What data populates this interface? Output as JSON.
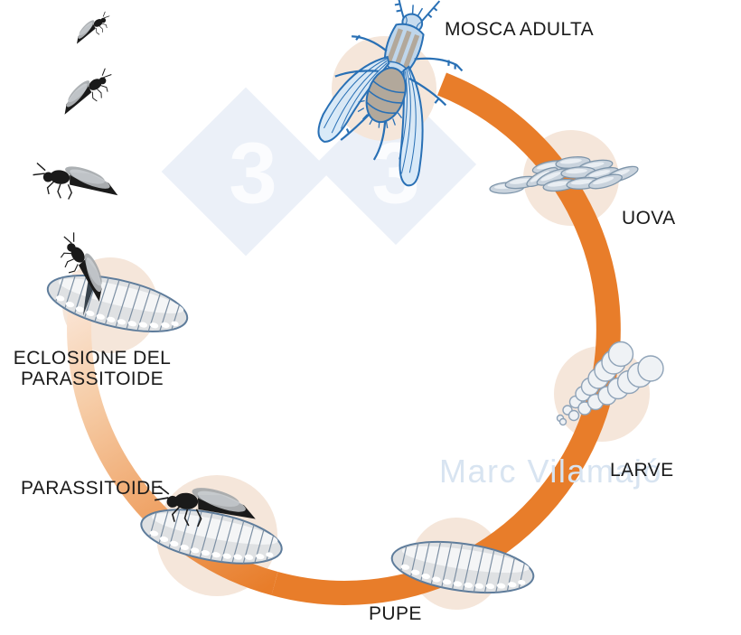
{
  "labels": {
    "adult_fly": "MOSCA ADULTA",
    "eggs": "UOVA",
    "larvae": "LARVE",
    "pupae": "PUPE",
    "parasitoid": "PARASSITOIDE",
    "emergence_line1": "ECLOSIONE DEL",
    "emergence_line2": "PARASSITOIDE"
  },
  "watermark": {
    "author": "Marc Vilamajó",
    "logo_number": "3"
  },
  "colors": {
    "ring_orange": "#E87D2A",
    "ring_fade_end": "#FBEADF",
    "stage_circle": "#F5E6DA",
    "fly_blue": "#2970B5",
    "diamond": "#EBF0F8",
    "watermark_text": "#D8E4F1",
    "label_text": "#1A1A1A"
  }
}
